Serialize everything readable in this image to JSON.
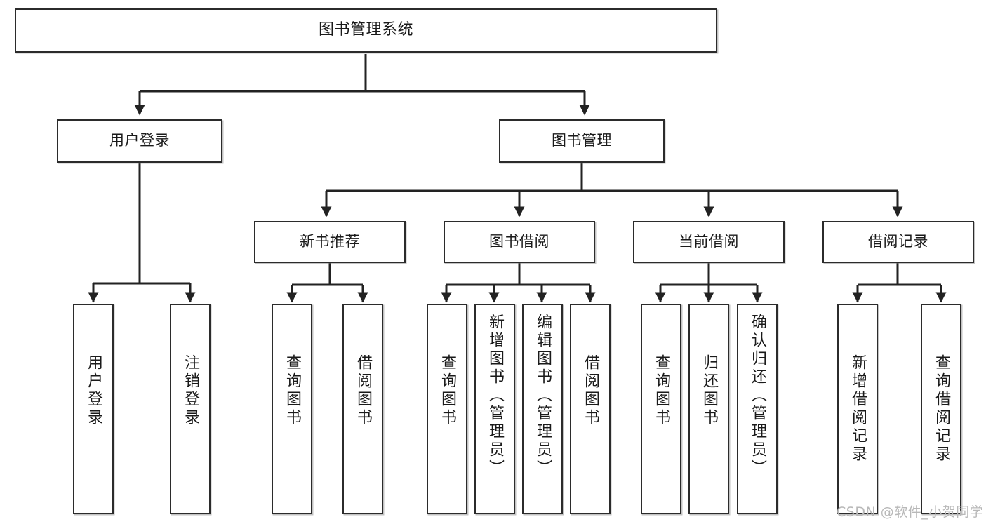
{
  "diagram": {
    "title": "图书管理系统",
    "type": "tree-hierarchy-chart",
    "root": {
      "label": "图书管理系统"
    },
    "level2": [
      {
        "label": "用户登录"
      },
      {
        "label": "图书管理"
      }
    ],
    "level3": [
      {
        "label": "新书推荐"
      },
      {
        "label": "图书借阅"
      },
      {
        "label": "当前借阅"
      },
      {
        "label": "借阅记录"
      }
    ],
    "leaves": {
      "user_login": [
        {
          "label": "用户登录"
        },
        {
          "label": "注销登录"
        }
      ],
      "new_book_recommend": [
        {
          "label": "查询图书"
        },
        {
          "label": "借阅图书"
        }
      ],
      "book_borrow": [
        {
          "label": "查询图书"
        },
        {
          "label": "新增图书（管理员）"
        },
        {
          "label": "编辑图书（管理员）"
        },
        {
          "label": "借阅图书"
        }
      ],
      "current_borrow": [
        {
          "label": "查询图书"
        },
        {
          "label": "归还图书"
        },
        {
          "label": "确认归还（管理员）"
        }
      ],
      "borrow_record": [
        {
          "label": "新增借阅记录"
        },
        {
          "label": "查询借阅记录"
        }
      ]
    }
  },
  "watermark": {
    "text": "CSDN @软件_小贺同学"
  },
  "colors": {
    "box_border": "#2b2b2b",
    "box_fill": "#ffffff",
    "connector": "#222222",
    "watermark": "#b8b8b8",
    "background": "#ffffff"
  }
}
